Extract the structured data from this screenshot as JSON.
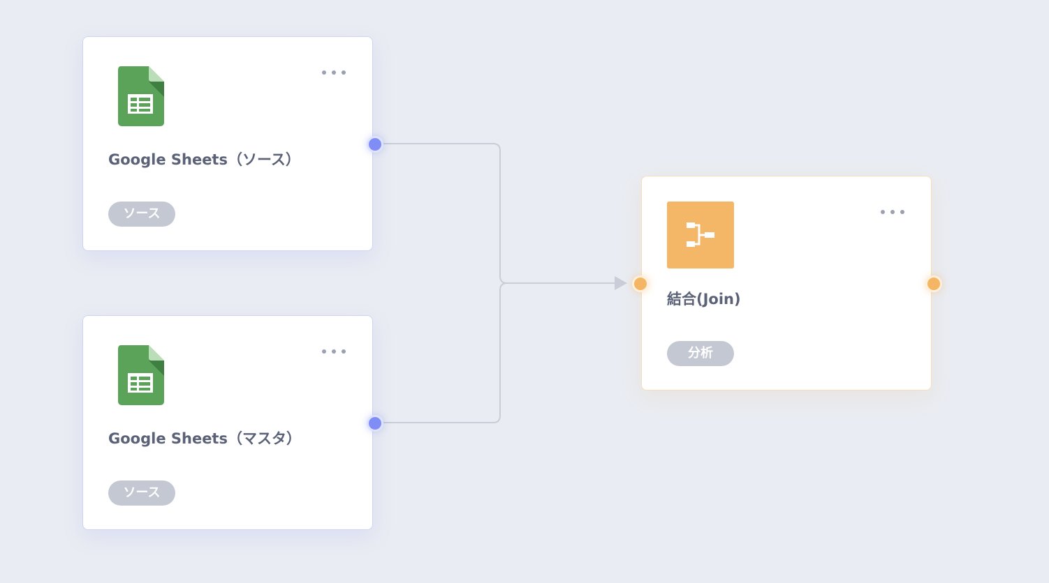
{
  "workflow": {
    "nodes": [
      {
        "id": "sheets-source",
        "title": "Google Sheets（ソース）",
        "badge": "ソース",
        "icon": "google-sheets-icon",
        "menu_icon": "more-horizontal-icon"
      },
      {
        "id": "sheets-master",
        "title": "Google Sheets（マスタ）",
        "badge": "ソース",
        "icon": "google-sheets-icon",
        "menu_icon": "more-horizontal-icon"
      },
      {
        "id": "join",
        "title": "結合(Join)",
        "badge": "分析",
        "icon": "join-icon",
        "menu_icon": "more-horizontal-icon"
      }
    ]
  },
  "colors": {
    "canvas": "#e9ecf2",
    "source_accent": "#7f8df5",
    "join_accent": "#f4b564",
    "title_text": "#5b6277",
    "badge_bg": "#c4c8d2",
    "connector": "#c8cdd8"
  }
}
